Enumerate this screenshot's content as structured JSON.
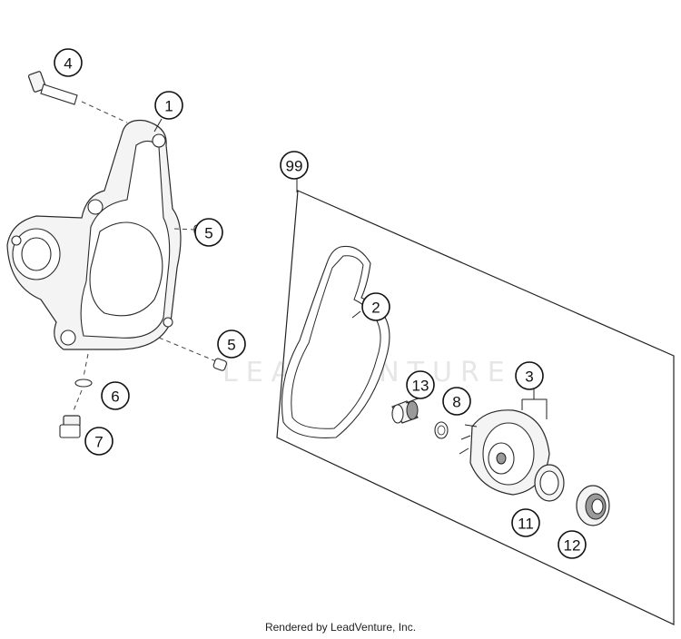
{
  "callouts": {
    "c1": "1",
    "c2": "2",
    "c3": "3",
    "c4": "4",
    "c5a": "5",
    "c5b": "5",
    "c6": "6",
    "c7": "7",
    "c8": "8",
    "c11": "11",
    "c12": "12",
    "c13": "13",
    "c99": "99"
  },
  "watermark": "LEADVENTURE",
  "footer": "Rendered by LeadVenture, Inc."
}
